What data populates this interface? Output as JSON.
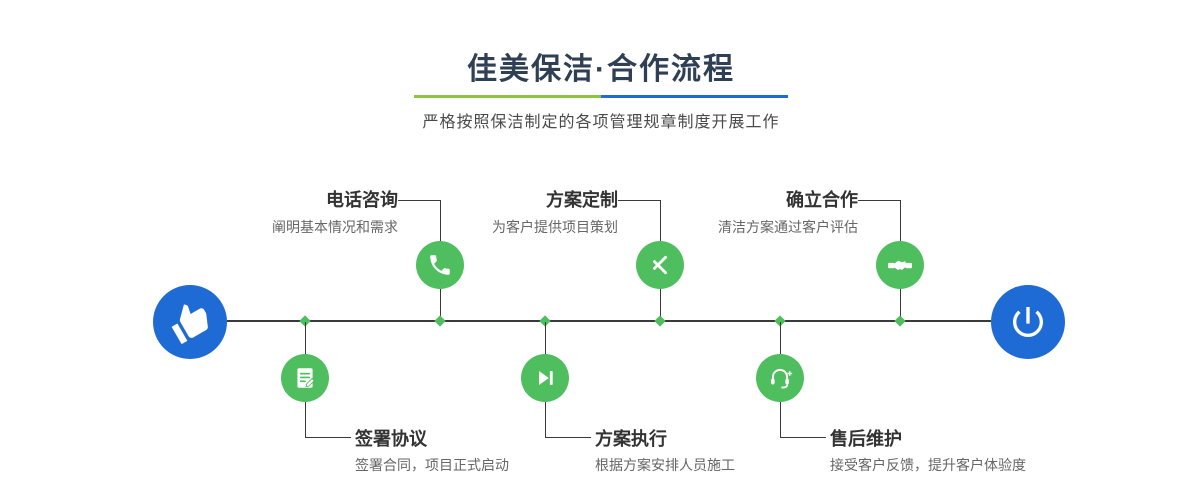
{
  "header": {
    "title": "佳美保洁·合作流程",
    "subtitle": "严格按照保洁制定的各项管理规章制度开展工作"
  },
  "timeline": {
    "start_icon": "pointing-hand-icon",
    "end_icon": "power-icon"
  },
  "steps_top": [
    {
      "title": "电话咨询",
      "desc": "阐明基本情况和需求",
      "icon": "phone-call-icon"
    },
    {
      "title": "方案定制",
      "desc": "为客户提供项目策划",
      "icon": "design-tools-icon"
    },
    {
      "title": "确立合作",
      "desc": "清洁方案通过客户评估",
      "icon": "handshake-icon"
    }
  ],
  "steps_bottom": [
    {
      "title": "签署协议",
      "desc": "签署合同，项目正式启动",
      "icon": "contract-icon"
    },
    {
      "title": "方案执行",
      "desc": "根据方案安排人员施工",
      "icon": "play-next-icon"
    },
    {
      "title": "售后维护",
      "desc": "接受客户反馈，提升客户体验度",
      "icon": "headset-icon"
    }
  ],
  "colors": {
    "blue": "#1e6bd6",
    "green": "#4fbe5e",
    "divider_green": "#8cc63f",
    "divider_blue": "#1e6bd6",
    "line": "#3a3a3a"
  }
}
